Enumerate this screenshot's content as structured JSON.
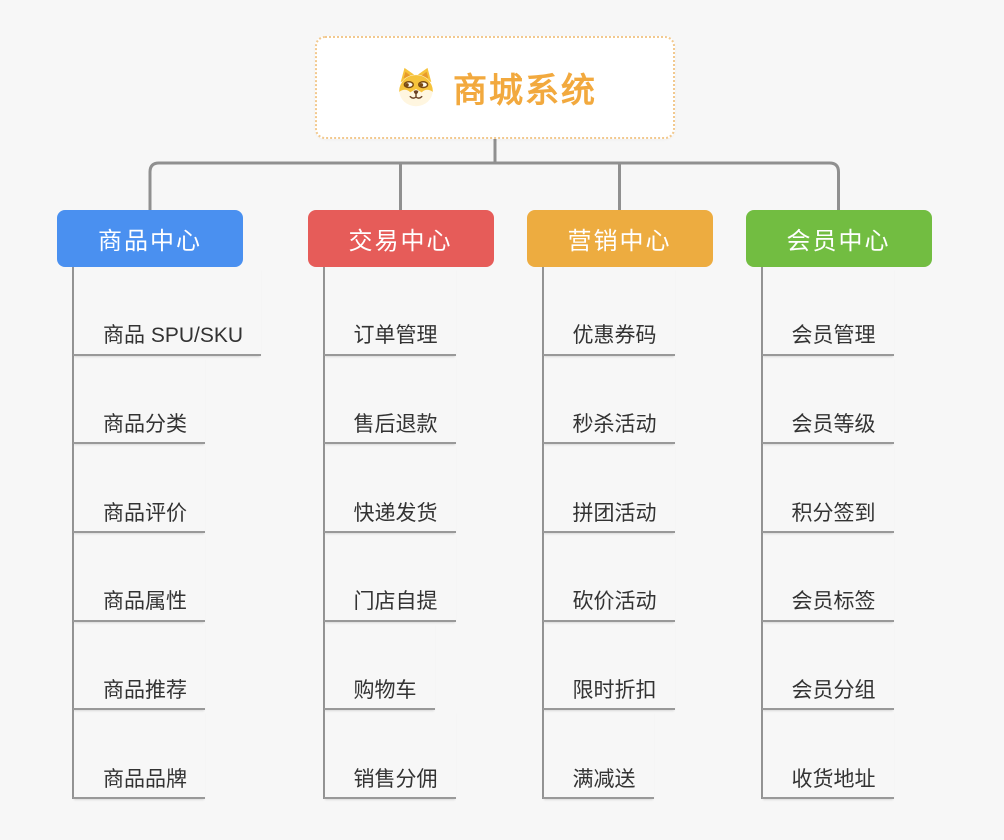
{
  "root": {
    "title": "商城系统",
    "icon": "shiba-dog-icon"
  },
  "theme": {
    "background": "#f7f7f7",
    "root_text": "#f2a93e",
    "root_border": "#f2c98f",
    "connector_line": "#909090",
    "child_text": "#333333",
    "child_underline": "#999999"
  },
  "branches": [
    {
      "label": "商品中心",
      "color": "#4a90f0",
      "children": [
        "商品 SPU/SKU",
        "商品分类",
        "商品评价",
        "商品属性",
        "商品推荐",
        "商品品牌"
      ]
    },
    {
      "label": "交易中心",
      "color": "#e65c59",
      "children": [
        "订单管理",
        "售后退款",
        "快递发货",
        "门店自提",
        "购物车",
        "销售分佣"
      ]
    },
    {
      "label": "营销中心",
      "color": "#edac40",
      "children": [
        "优惠券码",
        "秒杀活动",
        "拼团活动",
        "砍价活动",
        "限时折扣",
        "满减送"
      ]
    },
    {
      "label": "会员中心",
      "color": "#72bd41",
      "children": [
        "会员管理",
        "会员等级",
        "积分签到",
        "会员标签",
        "会员分组",
        "收货地址"
      ]
    }
  ]
}
